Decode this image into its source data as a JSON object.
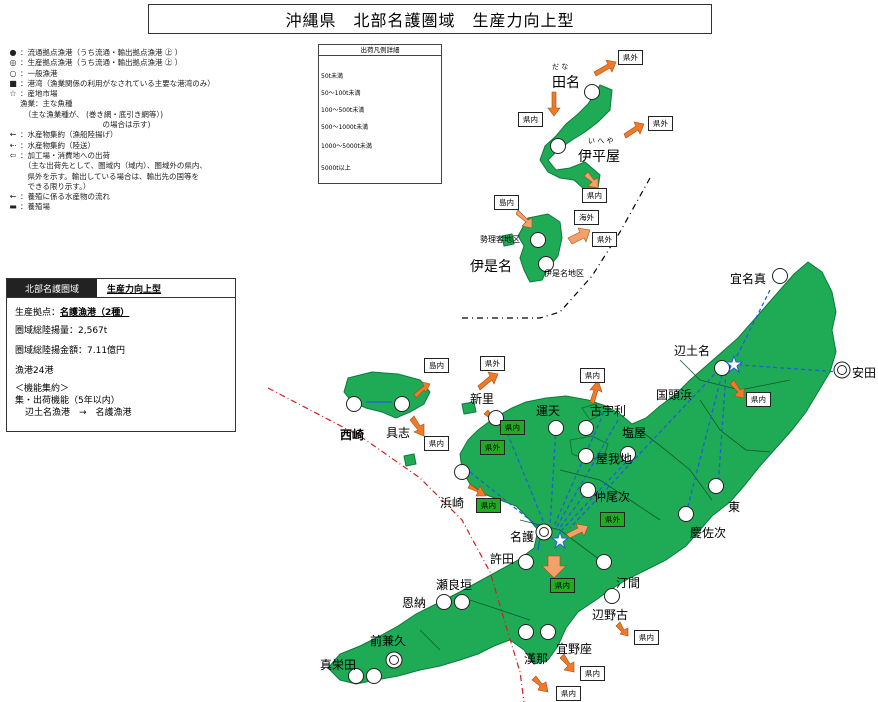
{
  "title": "沖縄県　北部名護圏域　生産力向上型",
  "legend": {
    "items": [
      {
        "sym": "●",
        "text": "：流通拠点漁港（うち流通・輸出拠点漁港 ㊤ ）"
      },
      {
        "sym": "◎",
        "text": "：生産拠点漁港（うち流通・輸出拠点漁港 ㊤ ）"
      },
      {
        "sym": "○",
        "text": "：一般漁港"
      },
      {
        "sym": "■",
        "text": "：港湾（漁業関係の利用がなされている主要な港湾のみ）"
      },
      {
        "sym": "☆",
        "text": "：産地市場"
      },
      {
        "sym": "",
        "text": "漁業：主な魚種"
      },
      {
        "sym": "",
        "text": "　（主な漁業種が、 (巻き網・底引き網等）)"
      },
      {
        "sym": "",
        "text": "　　　　　　　　　　　の場合は示す)"
      },
      {
        "sym": "←",
        "text": "：水産物集約（漁船陸揚げ）"
      },
      {
        "sym": "⇠",
        "text": "：水産物集約（陸送）"
      },
      {
        "sym": "⇦",
        "text": "：加工場・消費地への出荷"
      },
      {
        "sym": "",
        "text": "　（主な出荷先として、圏域内（域内）、圏域外の県内、"
      },
      {
        "sym": "",
        "text": "　県外を示す。輸出している場合は、輸出先の国等を"
      },
      {
        "sym": "",
        "text": "　できる限り示す。）"
      },
      {
        "sym": "←",
        "text": "：養殖に係る水産物の流れ"
      },
      {
        "sym": "▬",
        "text": "：養殖場"
      }
    ]
  },
  "shipment_legend": {
    "title": "出荷凡例詳細",
    "rows": [
      "50t未満",
      "50〜100t未満",
      "100〜500t未満",
      "500〜1000t未満",
      "1000〜5000t未満",
      "5000t以上"
    ]
  },
  "info": {
    "area": "北部名護圏域",
    "type": "生産力向上型",
    "base_label": "生産拠点：",
    "base_value": "名護漁港（2種）",
    "catch_volume": "圏域総陸揚量：2,567t",
    "catch_value": "圏域総陸揚金額：7.11億円",
    "ports": "漁港24港",
    "consolidation": "＜機能集約＞",
    "within5": "集・出荷機能（5年以内）",
    "route": "辺土名漁港　→　名護漁港"
  },
  "places": {
    "dana_ruby": "だ な",
    "dana": "田名",
    "iheya_ruby": "い へ や",
    "iheya": "伊平屋",
    "serikyaku": "勢理客地区",
    "izena": "伊是名",
    "izena_district": "伊是名地区",
    "ginama": "宜名真",
    "hentona": "辺土名",
    "kunigami": "国頭浜",
    "ada": "安田",
    "shioya": "塩屋",
    "yagachi": "屋我地",
    "unten": "運天",
    "kouri": "古宇利",
    "shinzato": "新里",
    "nishizaki": "西崎",
    "gushi": "具志",
    "hamasaki": "浜崎",
    "nakaoshi": "仲尾次",
    "higashi": "東",
    "gesashi": "慶佐次",
    "nago": "名護",
    "kyoda": "許田",
    "jirama": "汀間",
    "serakaki": "瀬良垣",
    "onna": "恩納",
    "henoko": "辺野古",
    "maekaneku": "前兼久",
    "kanna": "漢那",
    "ginoza": "宜野座",
    "maeda": "真栄田"
  },
  "boxes": {
    "kengai": "県外",
    "kennai": "県内",
    "tounai": "島内",
    "kaigai": "海外"
  },
  "colors": {
    "land": "#1faa55",
    "land_dark": "#118844",
    "collect_arrow": "#1e60d8",
    "ship_arrow": "#f07a2a",
    "region_line": "#d62020"
  }
}
